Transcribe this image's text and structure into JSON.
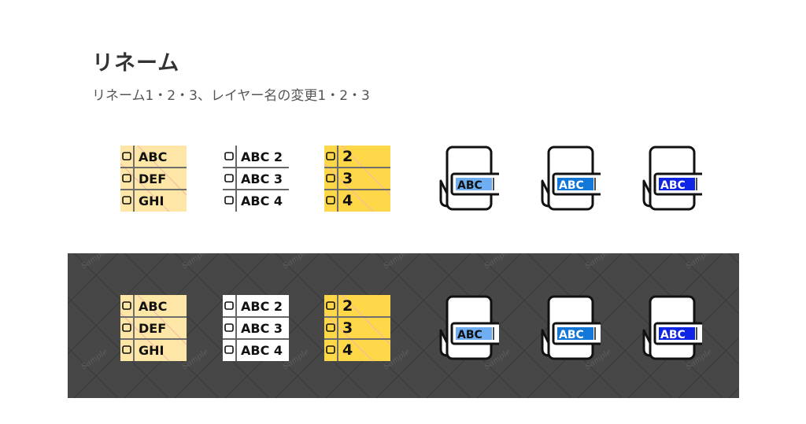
{
  "header": {
    "title": "リネーム",
    "subtitle": "リネーム1・2・3、レイヤー名の変更1・2・3"
  },
  "watermark": "Sample",
  "colors": {
    "light_yellow": "#fde6a6",
    "bright_yellow": "#ffd84a",
    "dark_panel": "#474747",
    "sel_light": "#6faef2",
    "sel_medium": "#1277d6",
    "sel_deep": "#0f25e6"
  },
  "icons": [
    {
      "kind": "list",
      "labels": [
        "ABC",
        "DEF",
        "GHI"
      ],
      "fill": "light_yellow",
      "name": "rename-list-abc-icon"
    },
    {
      "kind": "list",
      "labels": [
        "ABC 2",
        "ABC 3",
        "ABC 4"
      ],
      "fill": "white",
      "name": "rename-list-numbered-icon"
    },
    {
      "kind": "list",
      "labels": [
        "2",
        "3",
        "4"
      ],
      "fill": "bright_yellow",
      "name": "rename-list-digits-icon"
    },
    {
      "kind": "file",
      "label": "ABC",
      "sel": "sel_light",
      "name": "layer-rename-file-light-icon"
    },
    {
      "kind": "file",
      "label": "ABC",
      "sel": "sel_medium",
      "name": "layer-rename-file-medium-icon"
    },
    {
      "kind": "file",
      "label": "ABC",
      "sel": "sel_deep",
      "name": "layer-rename-file-deep-icon"
    }
  ]
}
